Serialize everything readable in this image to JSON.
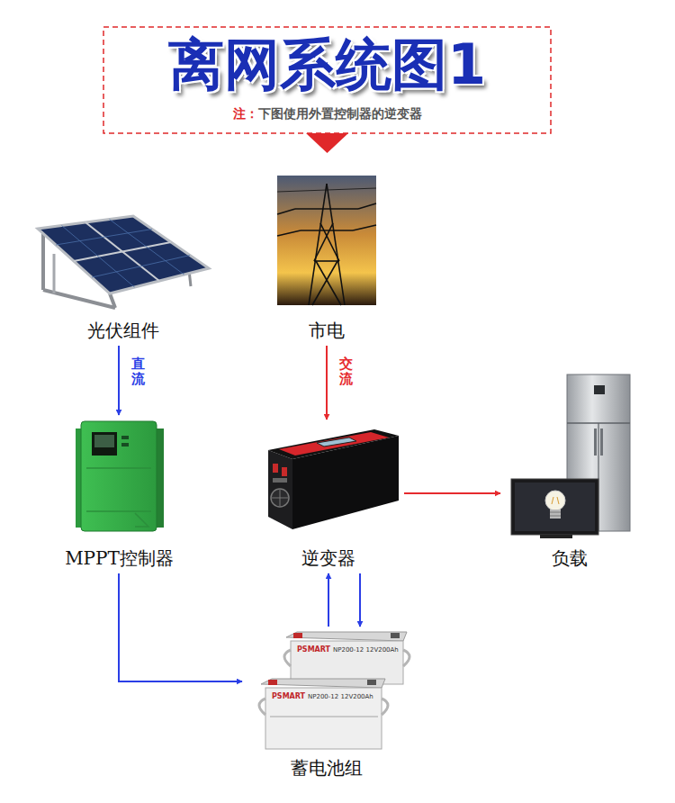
{
  "diagram": {
    "title": "离网系统图1",
    "nodes": [
      {
        "text": [
          "光伏组件"
        ]
      },
      {
        "text": [
          "市电"
        ]
      },
      {
        "text": [
          "MPPT控制器"
        ]
      },
      {
        "text": [
          "逆变器"
        ]
      },
      {
        "text": [
          "负载"
        ]
      },
      {
        "text": [
          "蓄电池组"
        ]
      }
    ],
    "edges": [
      {
        "from": 0,
        "to": 2,
        "label": "直流",
        "arrow": "to"
      },
      {
        "from": 1,
        "to": 3,
        "label": "交流",
        "arrow": "to"
      },
      {
        "from": 3,
        "to": 4,
        "arrow": "to"
      },
      {
        "from": 2,
        "to": 5,
        "arrow": "to"
      },
      {
        "from": 5,
        "to": 3,
        "arrow": "to"
      },
      {
        "from": 3,
        "to": 5,
        "arrow": "to"
      }
    ],
    "labels": [
      "注：",
      "下图使用外置控制器的逆变器",
      "PSMART",
      "NP200-12 12V200Ah",
      "PSMART",
      "NP200-12 12V200Ah"
    ]
  }
}
